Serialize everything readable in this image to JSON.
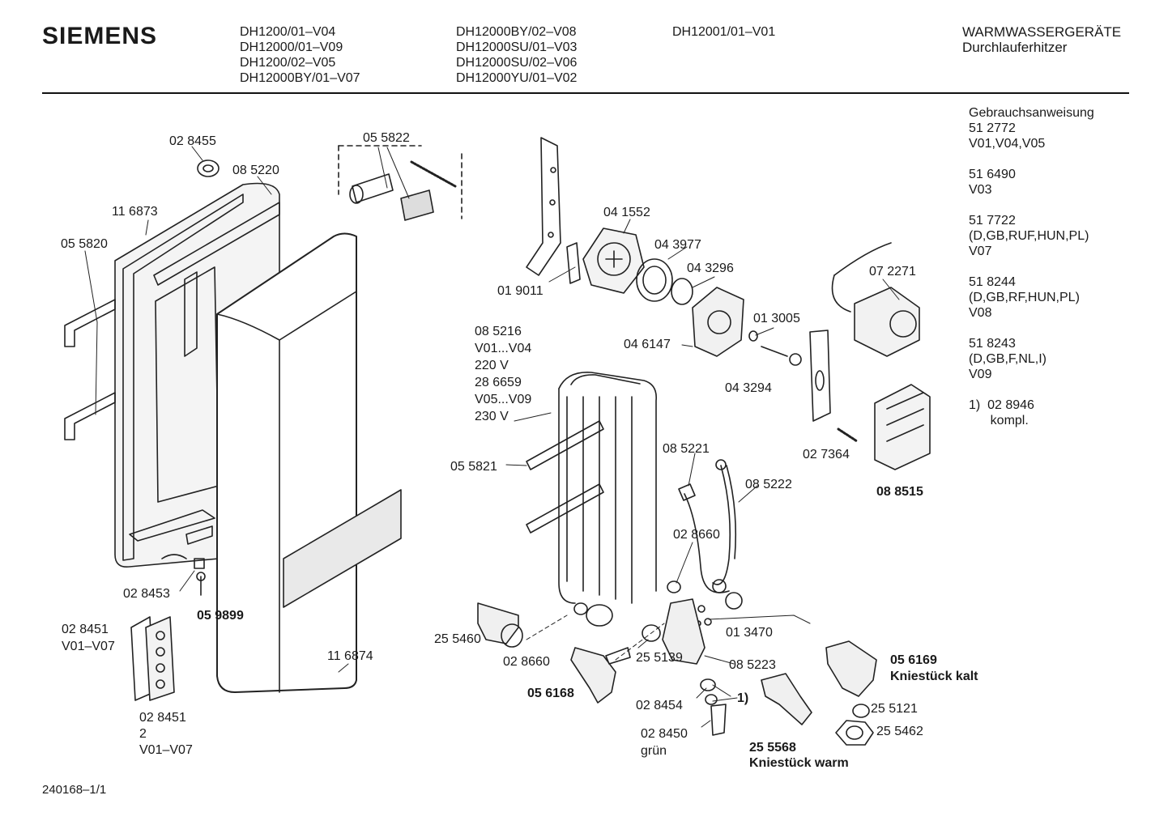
{
  "header": {
    "brand": "SIEMENS",
    "models_col1": [
      "DH1200/01–V04",
      "DH12000/01–V09",
      "DH1200/02–V05",
      "DH12000BY/01–V07"
    ],
    "models_col2": [
      "DH12000BY/02–V08",
      "DH12000SU/01–V03",
      "DH12000SU/02–V06",
      "DH12000YU/01–V02"
    ],
    "models_col3": [
      "DH12001/01–V01"
    ],
    "category": "WARMWASSERGERÄTE",
    "subcategory": "Durchlauferhitzer"
  },
  "sidebar": {
    "blocks": [
      [
        "Gebrauchsanweisung",
        "51 2772",
        "V01,V04,V05"
      ],
      [
        "51 6490",
        "V03"
      ],
      [
        "51 7722",
        "(D,GB,RUF,HUN,PL)",
        "V07"
      ],
      [
        "51 8244",
        "(D,GB,RF,HUN,PL)",
        "V08"
      ],
      [
        "51 8243",
        "(D,GB,F,NL,I)",
        "V09"
      ],
      [
        "1)  02 8946",
        "      kompl."
      ]
    ]
  },
  "parts": {
    "p028455": "02 8455",
    "p055822": "05 5822",
    "p085220": "08 5220",
    "p116873": "11 6873",
    "p055820": "05 5820",
    "p041552": "04 1552",
    "p043977": "04 3977",
    "p043296": "04 3296",
    "p072271": "07 2271",
    "p019011": "01 9011",
    "p013005": "01 3005",
    "p046147": "04 6147",
    "p043294": "04 3294",
    "p085216": "08 5216",
    "p085216_v1": "V01...V04",
    "p085216_v2": "220 V",
    "p286659": "28 6659",
    "p286659_v1": "V05...V09",
    "p286659_v2": "230 V",
    "p027364": "02 7364",
    "p088515": "08 8515",
    "p055821": "05 5821",
    "p085221": "08 5221",
    "p085222": "08 5222",
    "p028660a": "02 8660",
    "p028453": "02 8453",
    "p059899": "05 9899",
    "p028451a": "02 8451",
    "p028451a_v": "V01–V07",
    "p013470": "01 3470",
    "p255460": "25 5460",
    "p116874": "11 6874",
    "p028660b": "02 8660",
    "p255139": "25 5139",
    "p085223": "08 5223",
    "p056169": "05 6169",
    "p056169_name": "Kniestück kalt",
    "p056168": "05 6168",
    "p028454": "02 8454",
    "ref1": "1)",
    "p255121": "25 5121",
    "p028451b": "02 8451",
    "p028451b_qty": "2",
    "p028451b_v": "V01–V07",
    "p028450": "02 8450",
    "p028450_note": "grün",
    "p255462": "25 5462",
    "p255568": "25 5568",
    "p255568_name": "Kniestück warm"
  },
  "footer": {
    "code": "240168–1/1"
  }
}
